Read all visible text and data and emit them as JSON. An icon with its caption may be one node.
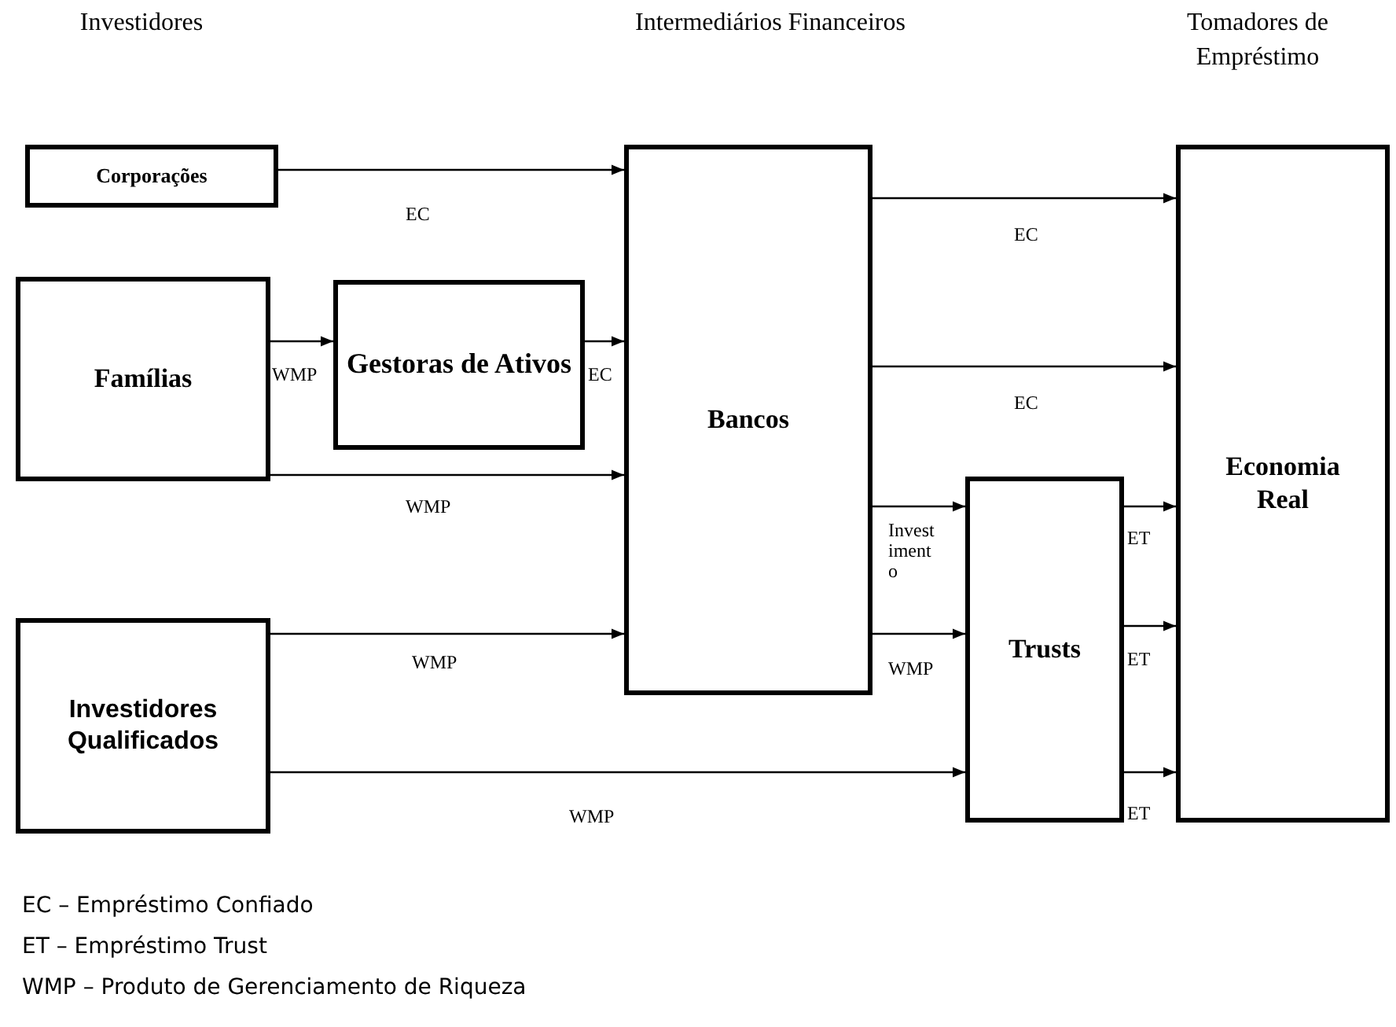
{
  "diagram": {
    "nodes": [
      {
        "text": [
          "Corporações"
        ]
      },
      {
        "text": [
          "Famílias"
        ]
      },
      {
        "text": [
          "Gestoras de Ativos"
        ]
      },
      {
        "text": [
          "Bancos"
        ]
      },
      {
        "text": [
          "Investidores Qualificados"
        ]
      },
      {
        "text": [
          "Trusts"
        ]
      },
      {
        "text": [
          "Economia Real"
        ]
      }
    ],
    "edges": [
      {
        "from": 0,
        "to": 3,
        "arrow": "to",
        "label": "EC"
      },
      {
        "from": 1,
        "to": 2,
        "arrow": "to",
        "label": "WMP"
      },
      {
        "from": 2,
        "to": 3,
        "arrow": "to",
        "label": "EC"
      },
      {
        "from": 1,
        "to": 3,
        "arrow": "to",
        "label": "WMP"
      },
      {
        "from": 3,
        "to": 6,
        "arrow": "to",
        "label": "EC"
      },
      {
        "from": 3,
        "to": 6,
        "arrow": "to",
        "label": "EC"
      },
      {
        "from": 4,
        "to": 3,
        "arrow": "to",
        "label": "WMP"
      },
      {
        "from": 4,
        "to": 5,
        "arrow": "to",
        "label": "WMP"
      },
      {
        "from": 3,
        "to": 5,
        "arrow": "to",
        "label": "Investimento"
      },
      {
        "from": 3,
        "to": 5,
        "arrow": "to",
        "label": "WMP"
      },
      {
        "from": 5,
        "to": 6,
        "arrow": "to",
        "label": "ET"
      },
      {
        "from": 5,
        "to": 6,
        "arrow": "to",
        "label": "ET"
      },
      {
        "from": 5,
        "to": 6,
        "arrow": "to",
        "label": "ET"
      }
    ],
    "labels": [
      "Investidores",
      "Intermediários Financeiros",
      "Tomadores de Empréstimo",
      "EC – Empréstimo Confiado",
      "ET – Empréstimo Trust",
      "WMP – Produto de Gerenciamento de Riqueza"
    ]
  }
}
